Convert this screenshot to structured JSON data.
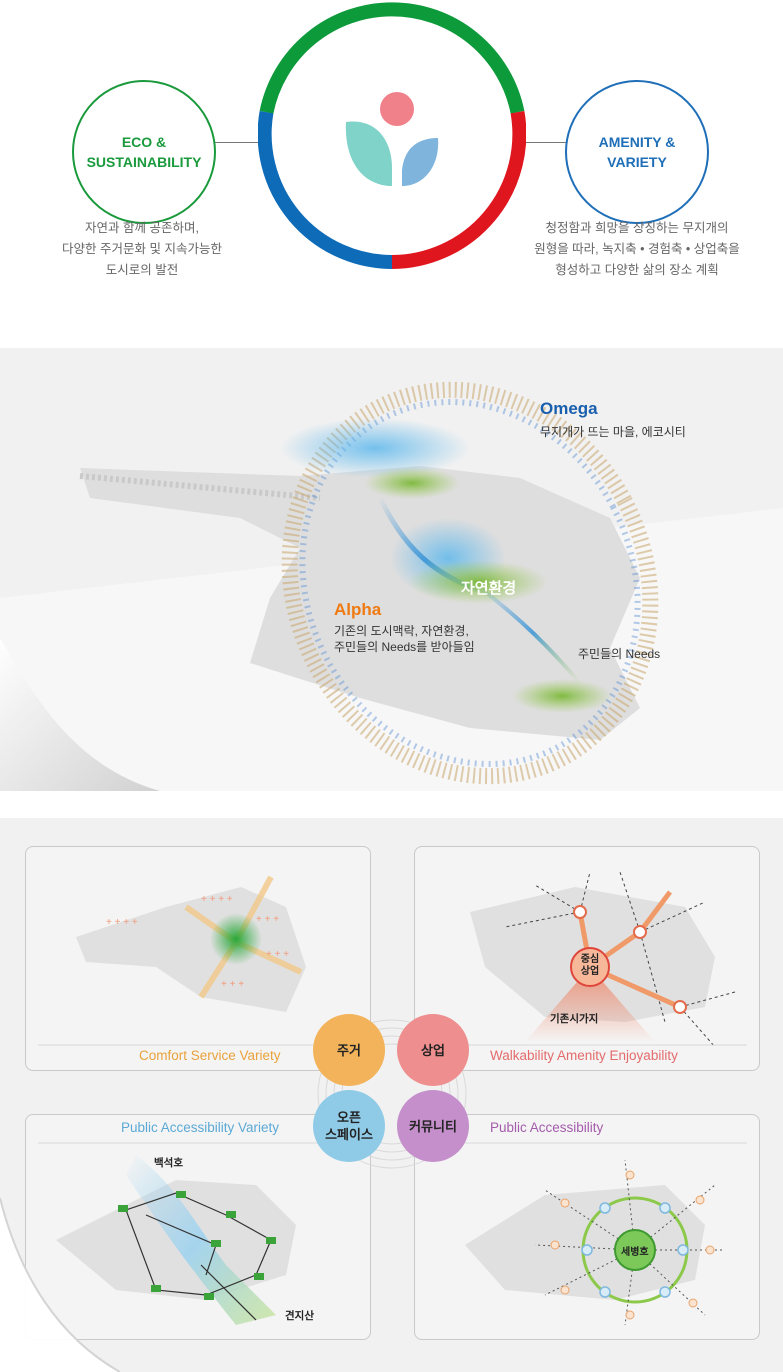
{
  "top": {
    "eco": {
      "line1": "ECO &",
      "line2": "SUSTAINABILITY",
      "color": "#1a9a3c",
      "desc": [
        "자연과 함께 공존하며,",
        "다양한 주거문화 및 지속가능한",
        "도시로의 발전"
      ]
    },
    "amenity": {
      "line1": "AMENITY &",
      "line2": "VARIETY",
      "color": "#1f6fb8",
      "desc": [
        "청정함과 희망을 상징하는 무지개의",
        "원형을 따라, 녹지축 • 경험축 • 상업축을",
        "형성하고 다양한 삶의 장소 계획"
      ]
    },
    "ring_colors": {
      "green": "#0c9a3a",
      "red": "#e0161f",
      "blue": "#0d6bb8"
    },
    "logo_colors": {
      "dot": "#f0808a",
      "left_leaf": "#7fd3c8",
      "right_leaf": "#7fb4dd"
    }
  },
  "concept": {
    "omega": {
      "title": "Omega",
      "desc": "무지개가 뜨는 마을, 에코시티",
      "color": "#1a5fae"
    },
    "alpha": {
      "title": "Alpha",
      "desc1": "기존의 도시맥락, 자연환경,",
      "desc2": "주민들의 Needs를 받아들임",
      "color": "#ef7a12"
    },
    "center": "자연환경",
    "needs": "주민들의 Needs"
  },
  "themes": {
    "p1": {
      "title": "Comfort Service Variety",
      "color": "#e9a23c"
    },
    "p2": {
      "title": "Walkability Amenity Enjoyability",
      "color": "#e36b6b",
      "hub": [
        "중심",
        "상업"
      ],
      "sub": "기존시가지"
    },
    "p3": {
      "title": "Public Accessibility Variety",
      "color": "#5ba9d6",
      "top_label": "백석호",
      "bottom_label": "견지산"
    },
    "p4": {
      "title": "Public Accessibility",
      "color": "#a45bab",
      "hub": "세병호"
    },
    "petals": {
      "housing": {
        "label": "주거",
        "color": "#f2b35a"
      },
      "commerce": {
        "label": "상업",
        "color": "#ee8e8e"
      },
      "open": {
        "line1": "오픈",
        "line2": "스페이스",
        "color": "#8fcbe6"
      },
      "community": {
        "label": "커뮤니티",
        "color": "#c48fcb"
      }
    }
  }
}
